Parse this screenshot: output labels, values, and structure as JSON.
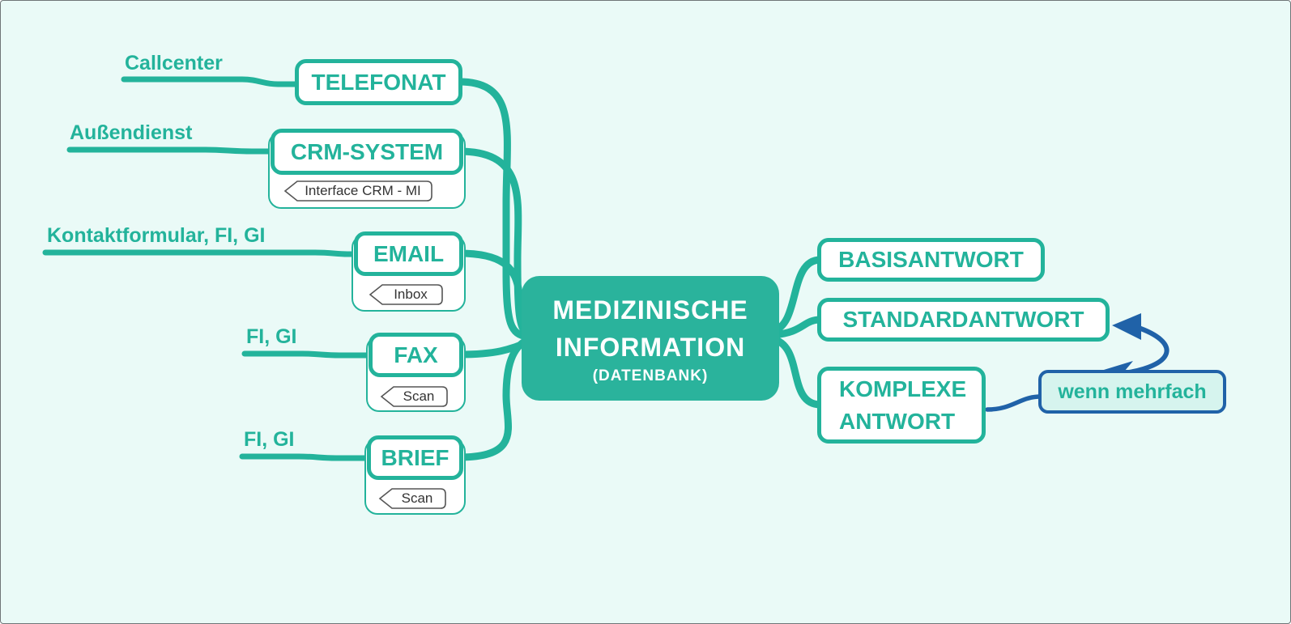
{
  "colors": {
    "teal": "#23b39b",
    "blue": "#2062a8",
    "background": "#eafaf7",
    "callout_fill": "#d6f4ee",
    "node_fill": "#2ab39c",
    "node_text": "#ffffff",
    "tag_text": "#333333"
  },
  "center": {
    "title_line1": "MEDIZINISCHE",
    "title_line2": "INFORMATION",
    "subtitle": "(DATENBANK)"
  },
  "left_branches": [
    {
      "label": "Callcenter",
      "node": "TELEFONAT",
      "tag": ""
    },
    {
      "label": "Außendienst",
      "node": "CRM-SYSTEM",
      "tag": "Interface CRM - MI"
    },
    {
      "label": "Kontaktformular, FI, GI",
      "node": "EMAIL",
      "tag": "Inbox"
    },
    {
      "label": "FI, GI",
      "node": "FAX",
      "tag": "Scan"
    },
    {
      "label": "FI, GI",
      "node": "BRIEF",
      "tag": "Scan"
    }
  ],
  "right_branches": [
    {
      "label": "BASISANTWORT"
    },
    {
      "label": "STANDARDANTWORT"
    },
    {
      "label": "KOMPLEXE ANTWORT"
    }
  ],
  "callout": {
    "text": "wenn mehrfach"
  }
}
